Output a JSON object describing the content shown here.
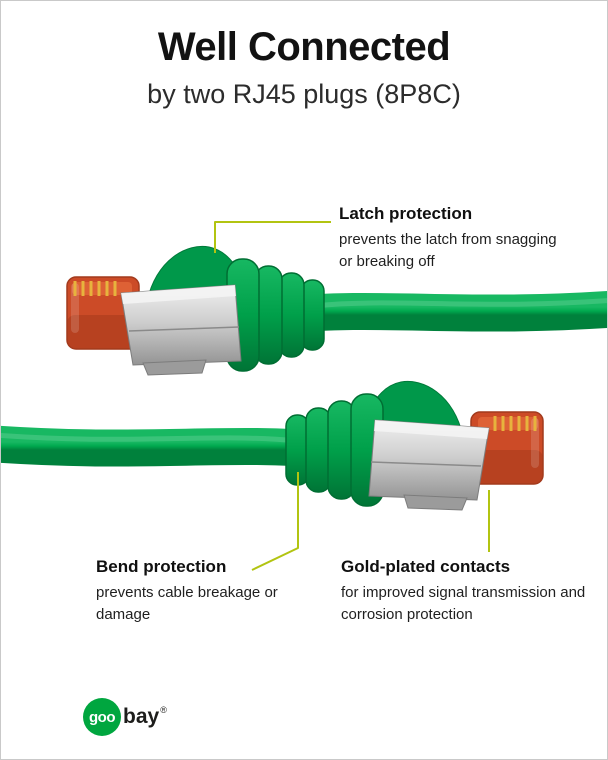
{
  "page": {
    "background": "#ffffff",
    "border_color": "#c9c9c9"
  },
  "header": {
    "title": "Well Connected",
    "subtitle": "by two RJ45 plugs (8P8C)"
  },
  "callouts": [
    {
      "title": "Latch protection",
      "body": "prevents the latch from snagging or breaking off"
    },
    {
      "title": "Bend protection",
      "body": "prevents cable breakage or damage"
    },
    {
      "title": "Gold-plated contacts",
      "body": "for improved signal transmission and corrosion protection"
    }
  ],
  "logo": {
    "circle_text": "goo",
    "suffix": "bay",
    "registered": "®"
  },
  "graphic": {
    "upper_connector": "rj45-plug-pointing-left-with-green-boot",
    "lower_connector": "rj45-plug-pointing-right-with-green-boot",
    "cable": "green-ethernet-cable"
  },
  "colors": {
    "cable_green": "#00a94f",
    "cable_green_dark": "#00813c",
    "boot_green_dark": "#006e33",
    "latch_hump_green": "#00984a",
    "plug_red": "#cc4b27",
    "plug_red_dark": "#a63a1c",
    "contact_gold": "#e7b33d",
    "shield_silver": "#cfcfcf",
    "callout_line": "#b2c411",
    "logo_green": "#00a63f",
    "text_dark": "#101010"
  }
}
